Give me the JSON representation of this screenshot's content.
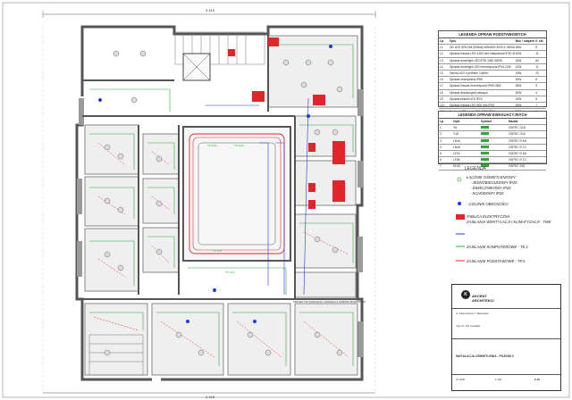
{
  "drawing": {
    "dimension_top": "3 415",
    "dimension_bottom": "3 415"
  },
  "legend_outlets": {
    "title": "LEGENDA OPRAW PODSTAWOWYCH",
    "columns": [
      "Lp.",
      "Opis",
      "Moc / natężenie",
      "Il. szt."
    ],
    "rows": [
      [
        "L1",
        "OD LED SPA DM (RAMA) 600x600 3000 K 4000lm 31W IP20",
        "28W",
        "8"
      ],
      [
        "L2",
        "Oprawa liniowa LED 1200 mm Natynkowa IP20 45W",
        "42W",
        "11"
      ],
      [
        "L3",
        "Oprawa downlight LED IP20 16W 3000K",
        "16W",
        "84"
      ],
      [
        "L4",
        "Oprawa downlight LED hermetyczna IP44 12W",
        "12W",
        "11"
      ],
      [
        "L5",
        "Taśma LED z profilem 14W/m",
        "14W",
        "23"
      ],
      [
        "L6",
        "Oprawa zewnętrzna IP65",
        "15W",
        "6"
      ],
      [
        "L7",
        "Oprawa liniowa hermetyczna IP65 36W",
        "36W",
        "9"
      ],
      [
        "L8",
        "Oprawa dekoracyjna wisząca",
        "20W",
        "4"
      ],
      [
        "L9",
        "Oprawa kinkiet LED IP20",
        "10W",
        "5"
      ],
      [
        "L10",
        "Oprawa liniowa LED 600 mm IP20",
        "20W",
        "7"
      ],
      [
        "L11",
        "Oprawa LED panel 300x1200 IP20",
        "36W",
        "3"
      ]
    ]
  },
  "legend_emergency": {
    "title": "LEGENDA OPRAW EWAKUACYJNYCH",
    "columns": [
      "Lp.",
      "Opis",
      "Symbol",
      "Nazwa"
    ],
    "rows": [
      [
        "1",
        "Y8",
        "ONTEC G16"
      ],
      [
        "2",
        "Y18",
        "ONTEC G16"
      ],
      [
        "3",
        "LN16",
        "ONTEC R M1"
      ],
      [
        "4",
        "LN26",
        "ONTEC R C1"
      ],
      [
        "5",
        "LF16",
        "ONTEC R M1"
      ],
      [
        "6",
        "LF26",
        "ONTEC R C1"
      ],
      [
        "7",
        "KD10",
        "ONTEC S20"
      ]
    ]
  },
  "legend": {
    "title": "LEGENDA",
    "items": [
      "ŁĄCZNIK OŚWIETLENIOWY:",
      "- JEDNOBIEGUNOWY IP20",
      "- ŚWIECZNIKOWY IP20",
      "- SCHODOWY IP20",
      "- CZUJNIK OBECNOŚCI",
      "TABLICA ELEKTRYCZNA",
      "ZASILANIA WENTYLACJI I KLIMATYZACJI - TWK",
      "ZASILANIE KOMPUTEROWE - TK.1",
      "ZASILANIE PODSTAWOWE - TP.1"
    ]
  },
  "title_block": {
    "logo_text": "K",
    "brand_line1": "AKCENT",
    "brand_line2": "ARCHITEKCI",
    "project_label": "PROJEKT WYKONAWCZY ARANŻACJI WNĘTRZ BIUROWYCH",
    "address": "ul. Kasprowicza 1, Warszawa",
    "sheet_title": "INSTALACJA OŚWIETLENIA - POZIOM 0",
    "scale": "1:100",
    "sheet_number": "E-06",
    "designer": "mgr inż. Jan Kowalski",
    "date": "07.2020"
  },
  "colors": {
    "wall": "#555555",
    "red_circuit": "#e0262a",
    "green_circuit": "#2eaa3c",
    "blue_circuit": "#1a3fd1",
    "room_fill": "#f4f4f4"
  }
}
